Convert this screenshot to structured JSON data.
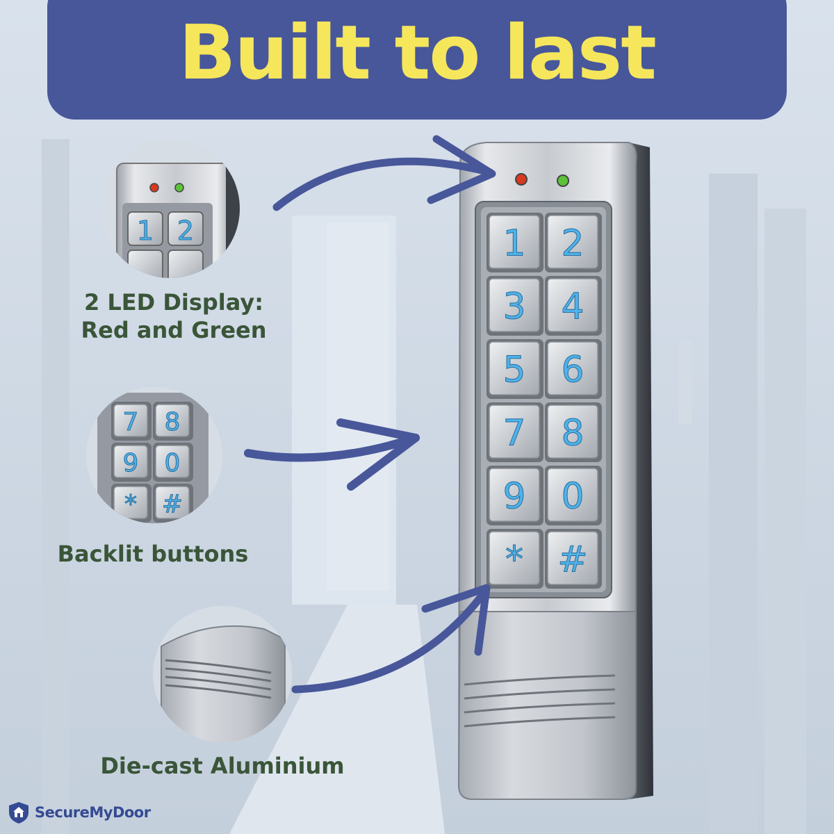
{
  "banner": {
    "title": "Built to last"
  },
  "features": [
    {
      "lines": [
        "2 LED Display:",
        "Red and Green"
      ]
    },
    {
      "lines": [
        "Backlit buttons"
      ]
    },
    {
      "lines": [
        "Die-cast Aluminium"
      ]
    }
  ],
  "keypad": {
    "keys": [
      "1",
      "2",
      "3",
      "4",
      "5",
      "6",
      "7",
      "8",
      "9",
      "0",
      "*",
      "#"
    ],
    "leds": [
      "red",
      "green"
    ]
  },
  "brand": {
    "name": "SecureMyDoor",
    "icon": "house-shield-icon"
  },
  "colors": {
    "banner": "#48579a",
    "title": "#f5e65c",
    "caption": "#3a5538",
    "arrow": "#48579a",
    "key_digit": "#4fb2ea",
    "led_red": "#d8391f",
    "led_green": "#5cc23a"
  }
}
